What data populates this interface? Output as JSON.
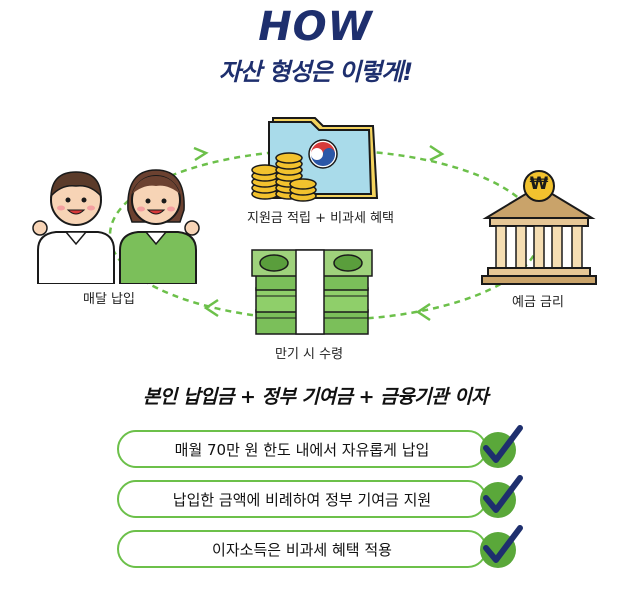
{
  "header": {
    "title": "HOW",
    "subtitle": "자산 형성은 이렇게!"
  },
  "diagram": {
    "people_label": "매달 납입",
    "savings_label": "지원금 적립 + 비과세 혜택",
    "bank_label": "예금 금리",
    "cash_label": "만기 시 수령",
    "bank_symbol": "₩"
  },
  "summary": "본인 납입금 + 정부 기여금 + 금융기관 이자",
  "benefits": [
    "매월 70만 원 한도 내에서 자유롭게 납입",
    "납입한 금액에 비례하여 정부 기여금 지원",
    "이자소득은 비과세 혜택 적용"
  ],
  "colors": {
    "navy": "#1e2f6e",
    "green": "#6cc04a",
    "check_circle": "#5aa83a",
    "check_mark": "#1e2f6e",
    "arrow": "#6cc04a"
  }
}
